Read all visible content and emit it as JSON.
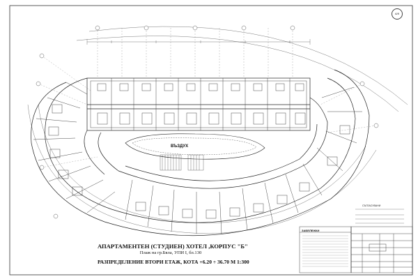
{
  "drawing": {
    "title_line1": "АПАРТАМЕНТЕН (СТУДИЕН) ХОТЕЛ ,КОРПУС \"Б\"",
    "title_line2": "Плаж на гр.Бяла, УПИ I, бл.130",
    "title_line3": "РАЗПРЕДЕЛЕНИЕ ВТОРИ  ЕТАЖ,  КОТА +6.20 ÷ 36.70   М 1:300",
    "center_label": "ВЪЗДУХ",
    "sheet_number": "А/9",
    "notes_heading": "ЗАБЕЛЕЖКИ",
    "signature_heading": "СЪГЛАСУВАНИ"
  },
  "colors": {
    "line": "#2a2a2a",
    "paper": "#ffffff"
  }
}
